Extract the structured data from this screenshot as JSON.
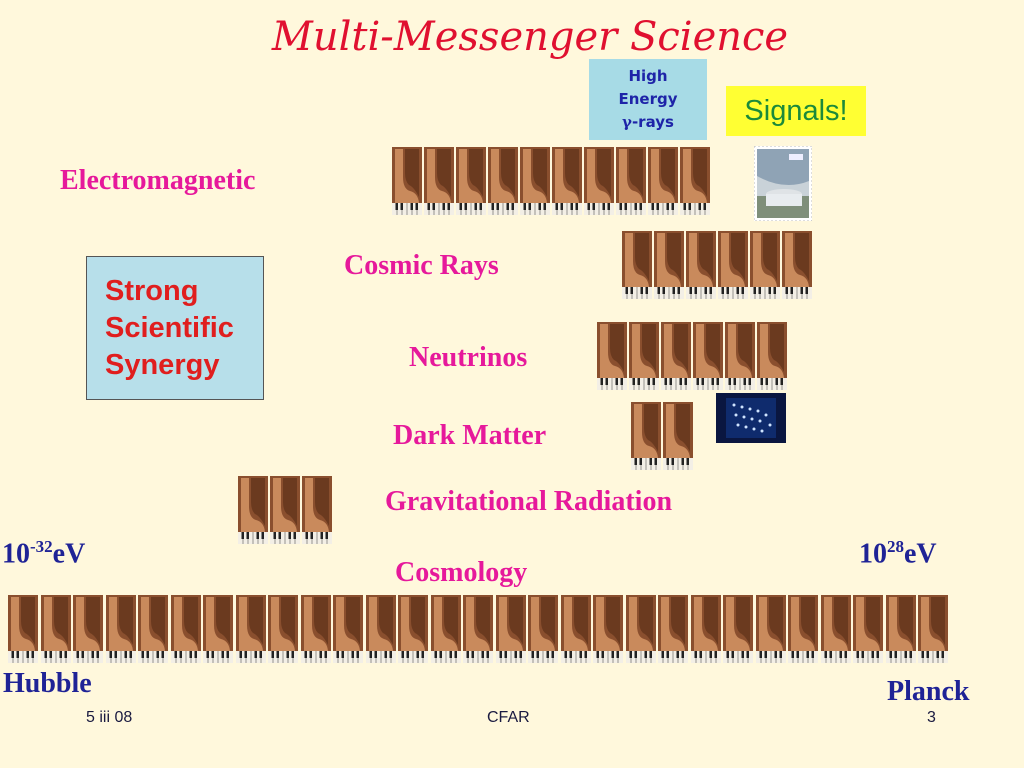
{
  "slide": {
    "title": "Multi-Messenger Science",
    "gamma_box": {
      "line1": "High",
      "line2": "Energy",
      "line3_symbol": "γ",
      "line3_rest": "-rays"
    },
    "signals_label": "Signals!",
    "synergy": [
      "Strong",
      "Scientific",
      "Synergy"
    ],
    "messengers": {
      "electromagnetic": "Electromagnetic",
      "cosmic_rays": "Cosmic Rays",
      "neutrinos": "Neutrinos",
      "dark_matter": "Dark Matter",
      "gravitational_radiation": "Gravitational Radiation",
      "cosmology": "Cosmology"
    },
    "octave_counts": {
      "electromagnetic": 10,
      "cosmic_rays": 6,
      "neutrinos": 6,
      "dark_matter": 2,
      "gravitational_radiation": 3,
      "cosmology": 29
    },
    "scale": {
      "low_base": "10",
      "low_exp": "-32",
      "low_unit": "eV",
      "high_base": "10",
      "high_exp": "28",
      "high_unit": "eV",
      "left_name": "Hubble",
      "right_name": "Planck"
    },
    "footer": {
      "date": "5 iii 08",
      "center": "CFAR",
      "page": "3"
    }
  },
  "colors": {
    "title": "#e01030",
    "messenger_label": "#e6199b",
    "scale_label": "#1f2396",
    "background": "#fff8dc"
  }
}
